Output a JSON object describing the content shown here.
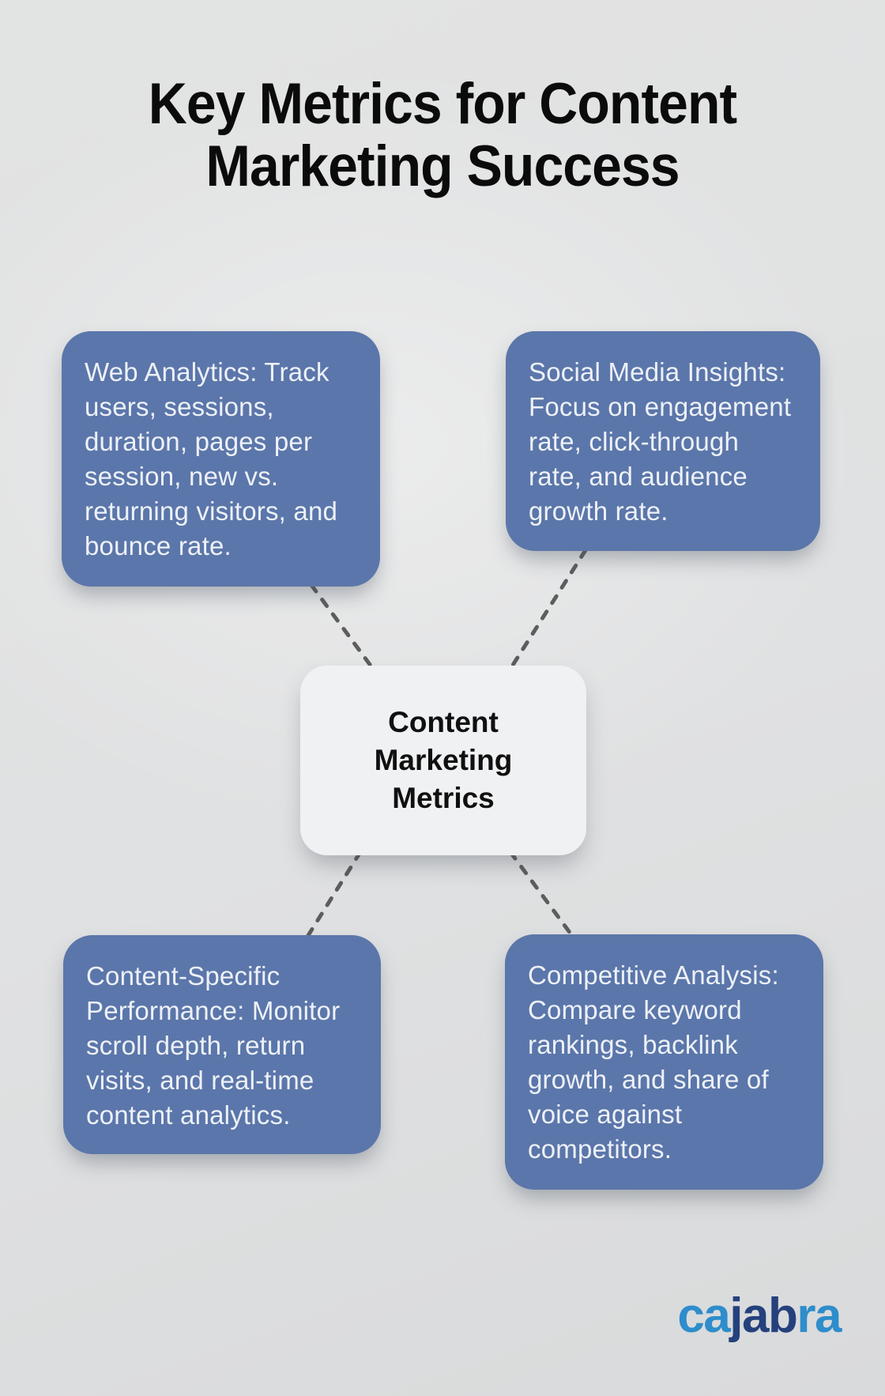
{
  "title": "Key Metrics for Content\nMarketing Success",
  "center_node": {
    "label": "Content\nMarketing\nMetrics"
  },
  "nodes": [
    {
      "id": "web-analytics",
      "text": "Web Analytics: Track\nusers, sessions,\nduration, pages per\nsession, new vs.\nreturning visitors, and\nbounce rate."
    },
    {
      "id": "social-media-insights",
      "text": "Social Media Insights:\nFocus on engagement\nrate, click-through\nrate, and audience\ngrowth rate."
    },
    {
      "id": "content-specific-performance",
      "text": "Content-Specific\nPerformance: Monitor\nscroll depth, return\nvisits, and real-time\ncontent analytics."
    },
    {
      "id": "competitive-analysis",
      "text": "Competitive Analysis:\nCompare keyword\nrankings, backlink\ngrowth, and share of\nvoice against\ncompetitors."
    }
  ],
  "logo": {
    "name": "cajabra",
    "segments": [
      {
        "text": "ca",
        "color": "#2e8dcb"
      },
      {
        "text": "jab",
        "color": "#25417d"
      },
      {
        "text": "ra",
        "color": "#2e8dcb"
      }
    ]
  },
  "colors": {
    "canvas_bg": "#e0e1e2",
    "card_bg": "#5b76aa",
    "card_text": "#edf1f7",
    "center_bg": "#f0f1f3",
    "connector": "#5d5d5d",
    "title_text": "#0b0b0b"
  }
}
